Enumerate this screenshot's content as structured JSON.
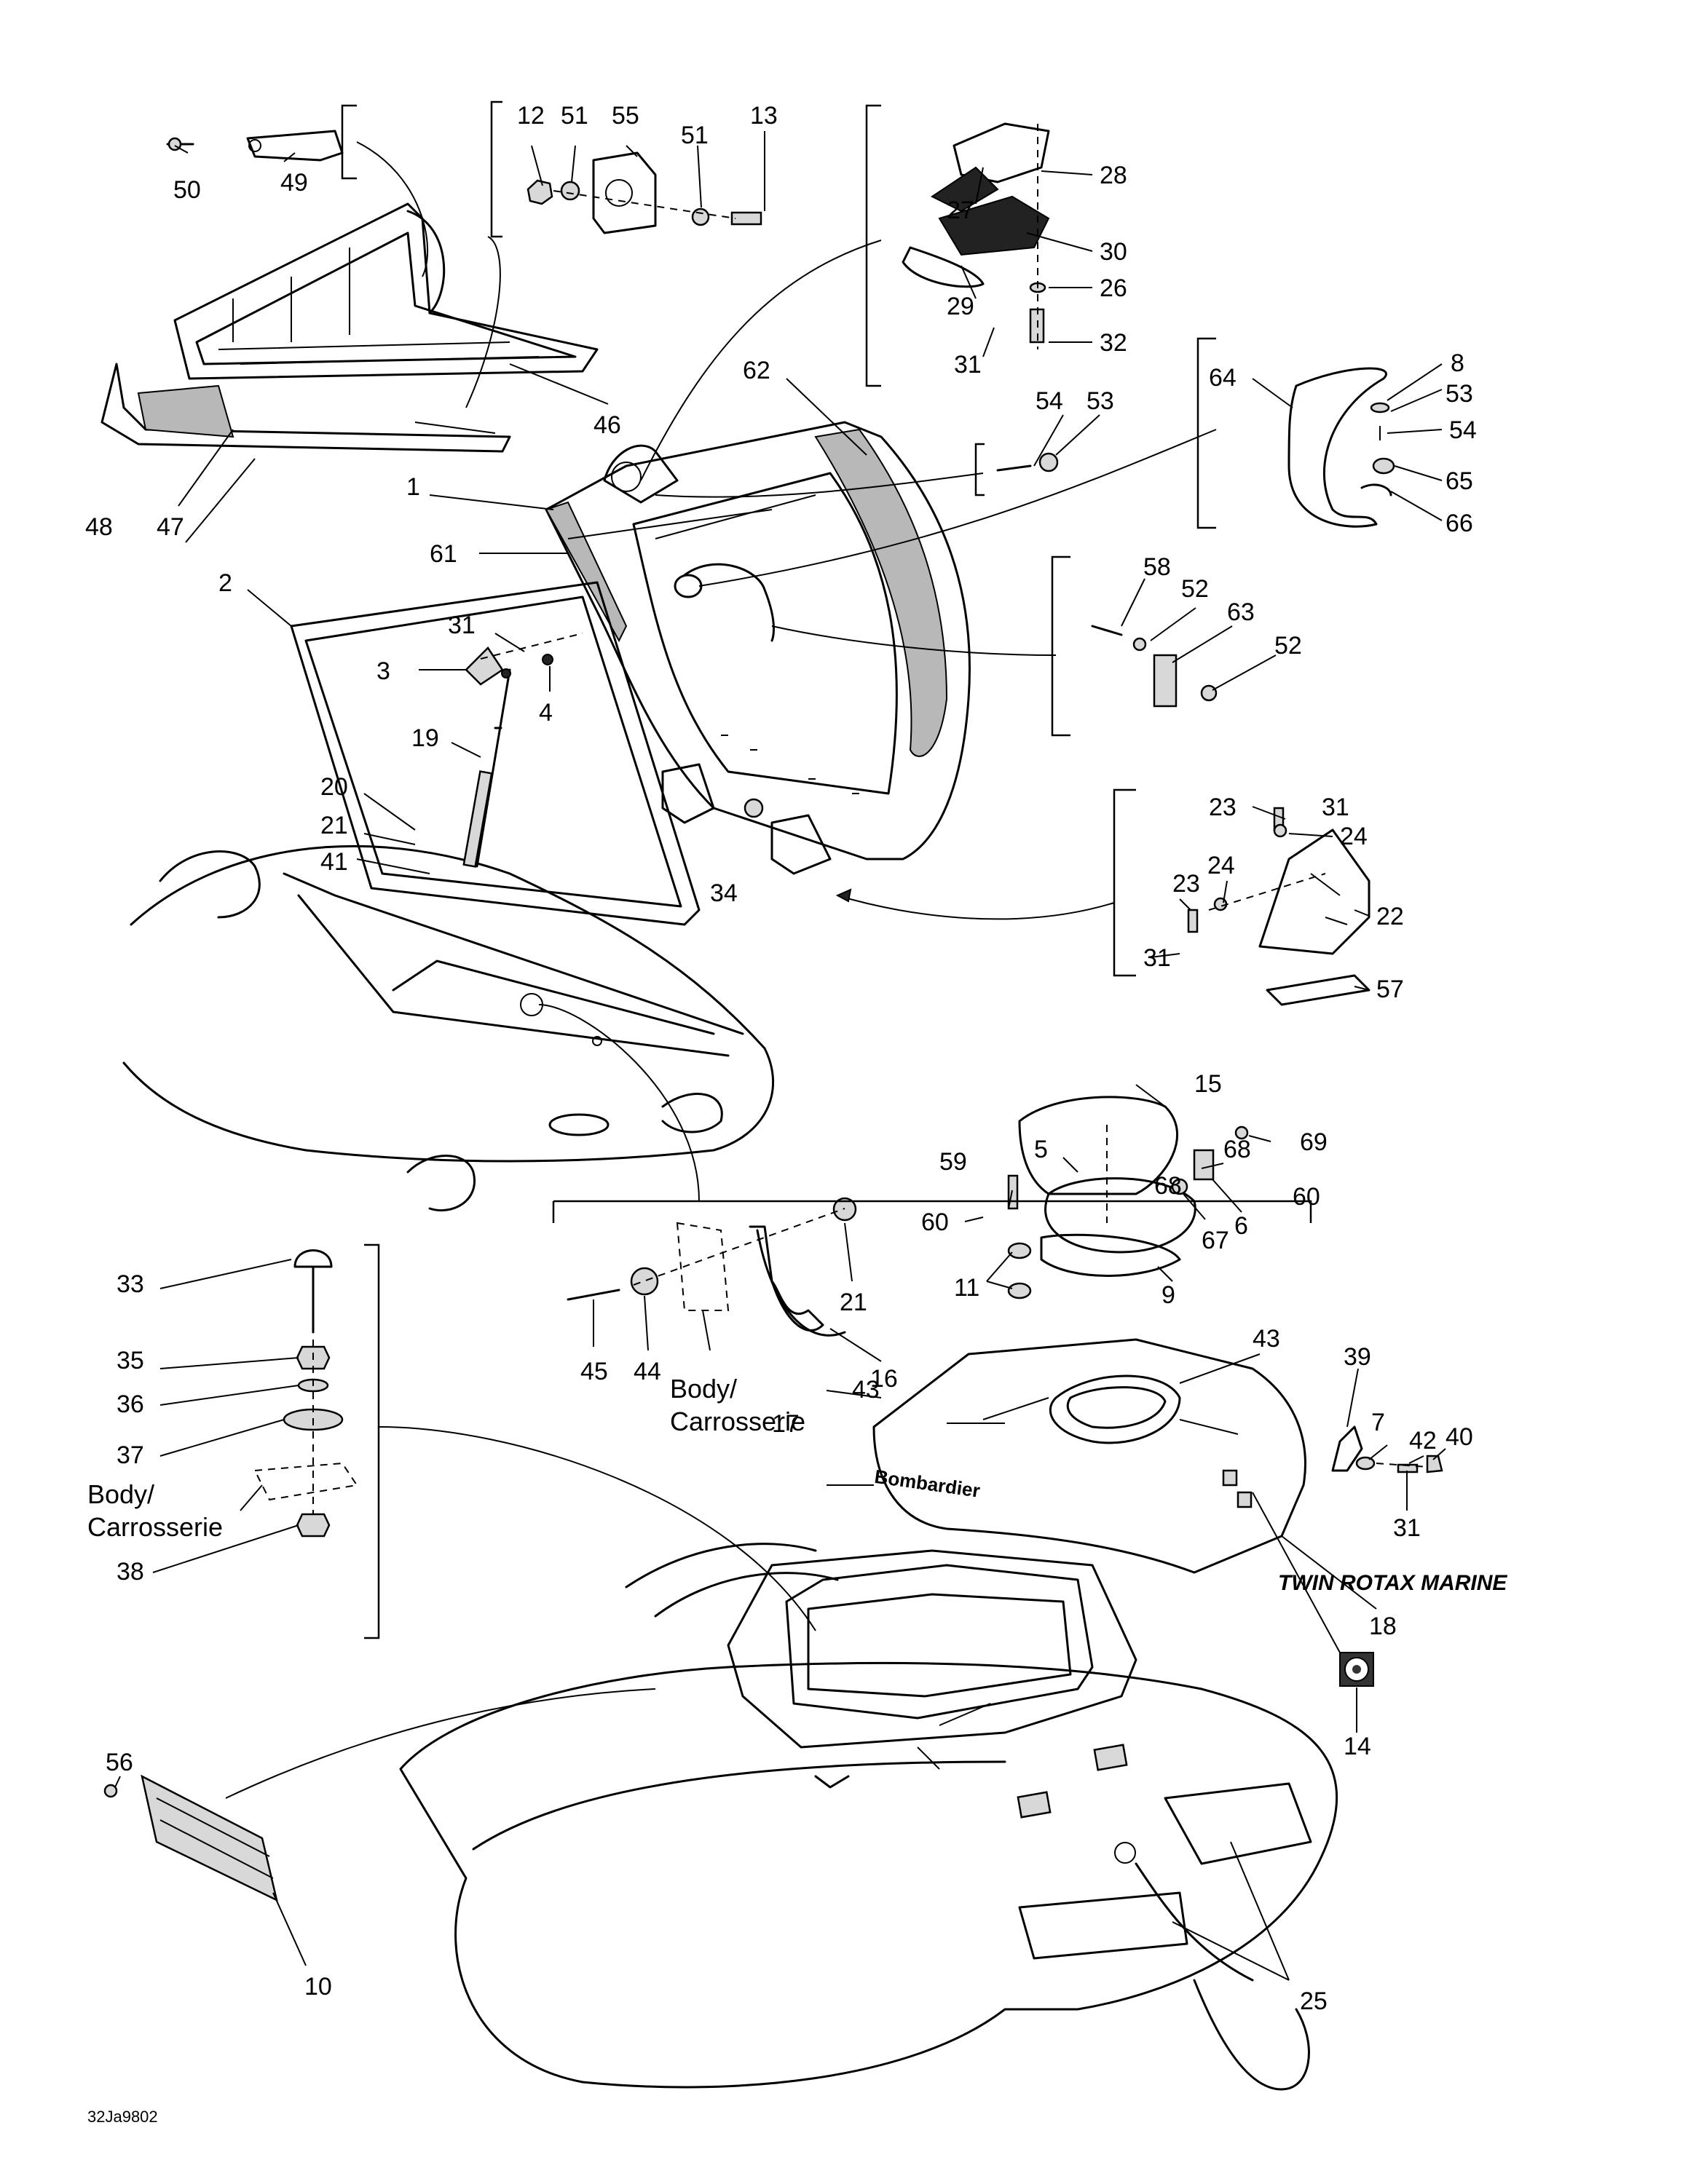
{
  "callouts": [
    "1",
    "2",
    "3",
    "4",
    "5",
    "6",
    "7",
    "8",
    "9",
    "10",
    "11",
    "12",
    "13",
    "14",
    "15",
    "16",
    "17",
    "18",
    "19",
    "20",
    "21",
    "22",
    "23",
    "24",
    "25",
    "26",
    "27",
    "28",
    "29",
    "30",
    "31",
    "32",
    "33",
    "34",
    "35",
    "36",
    "37",
    "38",
    "39",
    "40",
    "41",
    "42",
    "43",
    "44",
    "45",
    "46",
    "47",
    "48",
    "49",
    "50",
    "51",
    "52",
    "53",
    "54",
    "55",
    "56",
    "57",
    "58",
    "59",
    "60",
    "61",
    "62",
    "63",
    "64",
    "65",
    "66",
    "67",
    "68",
    "69"
  ],
  "notes": {
    "body_label_line1": "Body/",
    "body_label_line2": "Carrosserie"
  },
  "decals": {
    "brand_text": "Bombardier",
    "logo_text": "TWIN ROTAX MARINE"
  },
  "figure_ref": "32Ja9802"
}
